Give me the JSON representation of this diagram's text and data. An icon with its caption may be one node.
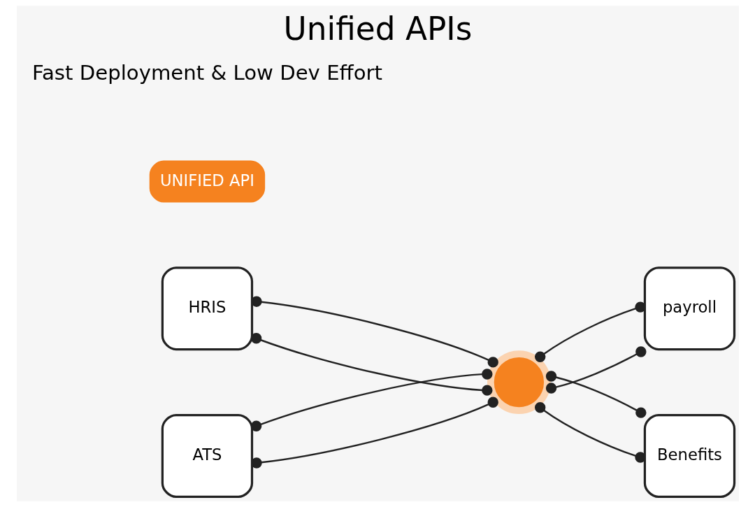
{
  "diagram": {
    "title": "Unified APIs",
    "nodes": [
      {
        "text": [],
        "shape": "circle"
      },
      {
        "text": [
          "HRIS"
        ]
      },
      {
        "text": [
          "payroll"
        ]
      },
      {
        "text": [
          "ATS"
        ]
      },
      {
        "text": [
          "Benefits"
        ]
      }
    ],
    "edges": [
      {
        "from": 1,
        "to": 0,
        "arrow": "other"
      },
      {
        "from": 1,
        "to": 0,
        "arrow": "other"
      },
      {
        "from": 0,
        "to": 2,
        "arrow": "other"
      },
      {
        "from": 0,
        "to": 2,
        "arrow": "other"
      },
      {
        "from": 3,
        "to": 0,
        "arrow": "other"
      },
      {
        "from": 3,
        "to": 0,
        "arrow": "other"
      },
      {
        "from": 0,
        "to": 4,
        "arrow": "other"
      },
      {
        "from": 0,
        "to": 4,
        "arrow": "other"
      }
    ],
    "labels": [
      "UNIFIED API",
      "Fast Deployment & Low Dev Effort"
    ]
  }
}
